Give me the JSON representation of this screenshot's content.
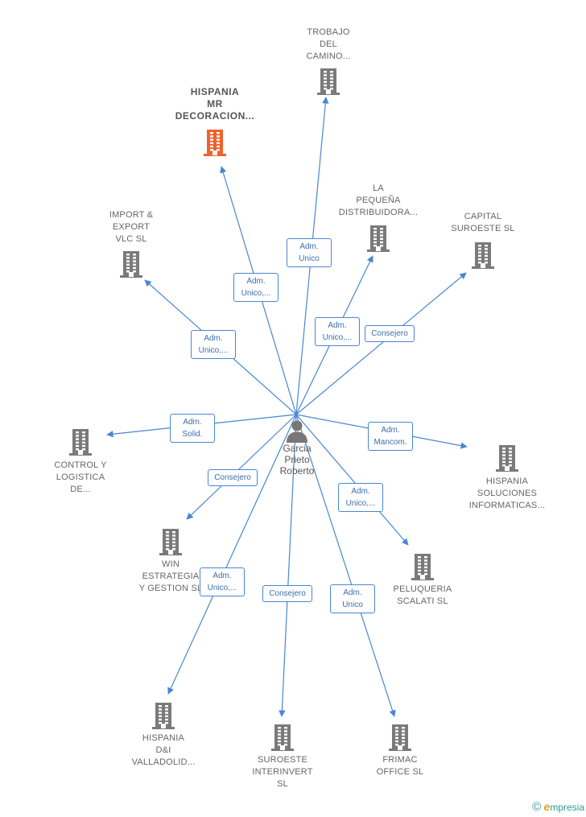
{
  "center_person": {
    "name": "Garcia Prieto Roberto",
    "name_lines": [
      "Garcia",
      "Prieto",
      "Roberto"
    ],
    "icon": "person-icon"
  },
  "colors": {
    "edge": "#4a86d0",
    "company": "#7a7a7a",
    "highlight": "#f0622d"
  },
  "nodes": [
    {
      "id": "trobajo",
      "lines": [
        "TROBAJO",
        "DEL",
        "CAMINO..."
      ]
    },
    {
      "id": "hispania_mr",
      "lines": [
        "HISPANIA",
        "MR",
        "DECORACION..."
      ],
      "highlight": true
    },
    {
      "id": "la_pequena",
      "lines": [
        "LA",
        "PEQUEÑA",
        "DISTRIBUIDORA..."
      ]
    },
    {
      "id": "capital_suroeste",
      "lines": [
        "CAPITAL",
        "SUROESTE  SL"
      ]
    },
    {
      "id": "import_export",
      "lines": [
        "IMPORT &",
        "EXPORT",
        "VLC  SL"
      ]
    },
    {
      "id": "control_logistica",
      "lines": [
        "CONTROL Y",
        "LOGISTICA",
        "DE..."
      ]
    },
    {
      "id": "hispania_soluciones",
      "lines": [
        "HISPANIA",
        "SOLUCIONES",
        "INFORMATICAS..."
      ]
    },
    {
      "id": "win_estrategia",
      "lines": [
        "WIN",
        "ESTRATEGIA",
        "Y GESTION SL"
      ]
    },
    {
      "id": "peluqueria",
      "lines": [
        "PELUQUERIA",
        "SCALATI SL"
      ]
    },
    {
      "id": "hispania_di",
      "lines": [
        "HISPANIA",
        "D&I",
        "VALLADOLID..."
      ]
    },
    {
      "id": "suroeste",
      "lines": [
        "SUROESTE",
        "INTERINVERT",
        "SL"
      ]
    },
    {
      "id": "frimac",
      "lines": [
        "FRIMAC",
        "OFFICE SL"
      ]
    }
  ],
  "edges": [
    {
      "to": "trobajo",
      "label": [
        "Adm.",
        "Unico"
      ]
    },
    {
      "to": "hispania_mr",
      "label": [
        "Adm.",
        "Unico,..."
      ]
    },
    {
      "to": "la_pequena",
      "label": [
        "Adm.",
        "Unico,..."
      ]
    },
    {
      "to": "capital_suroeste",
      "label": [
        "Consejero"
      ]
    },
    {
      "to": "import_export",
      "label": [
        "Adm.",
        "Unico,..."
      ]
    },
    {
      "to": "control_logistica",
      "label": [
        "Adm.",
        "Solid."
      ]
    },
    {
      "to": "hispania_soluciones",
      "label": [
        "Adm.",
        "Mancom."
      ]
    },
    {
      "to": "win_estrategia",
      "label": [
        "Consejero"
      ]
    },
    {
      "to": "peluqueria",
      "label": [
        "Adm.",
        "Unico,..."
      ]
    },
    {
      "to": "hispania_di",
      "label": [
        "Adm.",
        "Unico,..."
      ]
    },
    {
      "to": "suroeste",
      "label": [
        "Consejero"
      ]
    },
    {
      "to": "frimac",
      "label": [
        "Adm.",
        "Unico"
      ]
    }
  ],
  "brand": {
    "copyright": "©",
    "initial": "e",
    "rest": "mpresia"
  }
}
